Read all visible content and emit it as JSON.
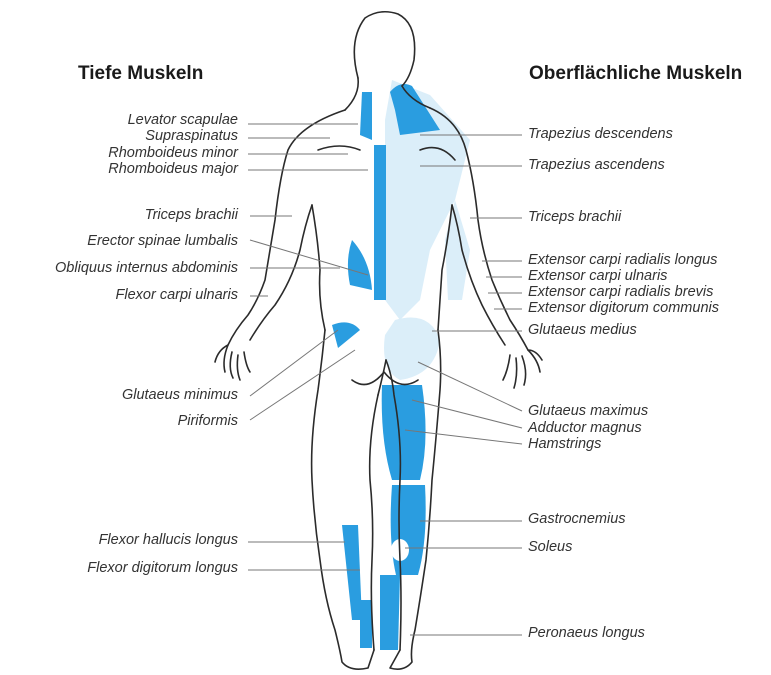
{
  "headings": {
    "left": "Tiefe Muskeln",
    "right": "Oberflächliche Muskeln"
  },
  "colors": {
    "muscle": "#2a9de0",
    "muscle_light": "#dbeef9",
    "outline": "#2b2b2b",
    "leader": "#777777"
  },
  "left_labels": [
    "Levator scapulae",
    "Supraspinatus",
    "Rhomboideus minor",
    "Rhomboideus major",
    "Triceps brachii",
    "Erector spinae lumbalis",
    "Obliquus internus abdominis",
    "Flexor carpi ulnaris",
    "Glutaeus minimus",
    "Piriformis",
    "Flexor hallucis longus",
    "Flexor digitorum longus"
  ],
  "right_labels": [
    "Trapezius descendens",
    "Trapezius ascendens",
    "Triceps brachii",
    "Extensor carpi radialis longus",
    "Extensor carpi ulnaris",
    "Extensor carpi radialis brevis",
    "Extensor digitorum communis",
    "Glutaeus medius",
    "Glutaeus maximus",
    "Adductor magnus",
    "Hamstrings",
    "Gastrocnemius",
    "Soleus",
    "Peronaeus longus"
  ]
}
